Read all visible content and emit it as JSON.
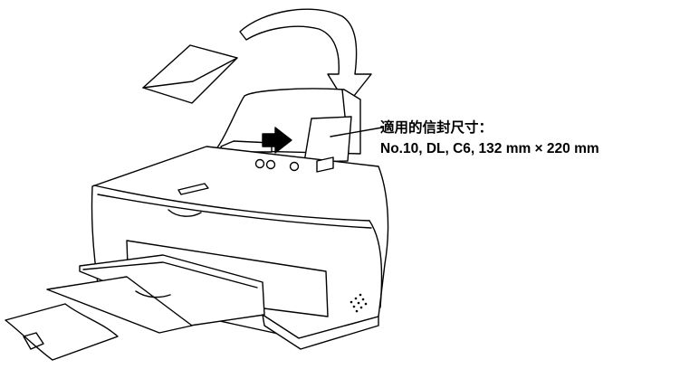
{
  "callout": {
    "title": "適用的信封尺寸：",
    "sizes": "No.10, DL, C6, 132 mm × 220 mm"
  },
  "colors": {
    "line": "#000000",
    "fill": "#ffffff"
  },
  "icons": [
    "envelope-icon",
    "curved-arrow-icon",
    "push-arrow-icon",
    "printer-illustration"
  ]
}
